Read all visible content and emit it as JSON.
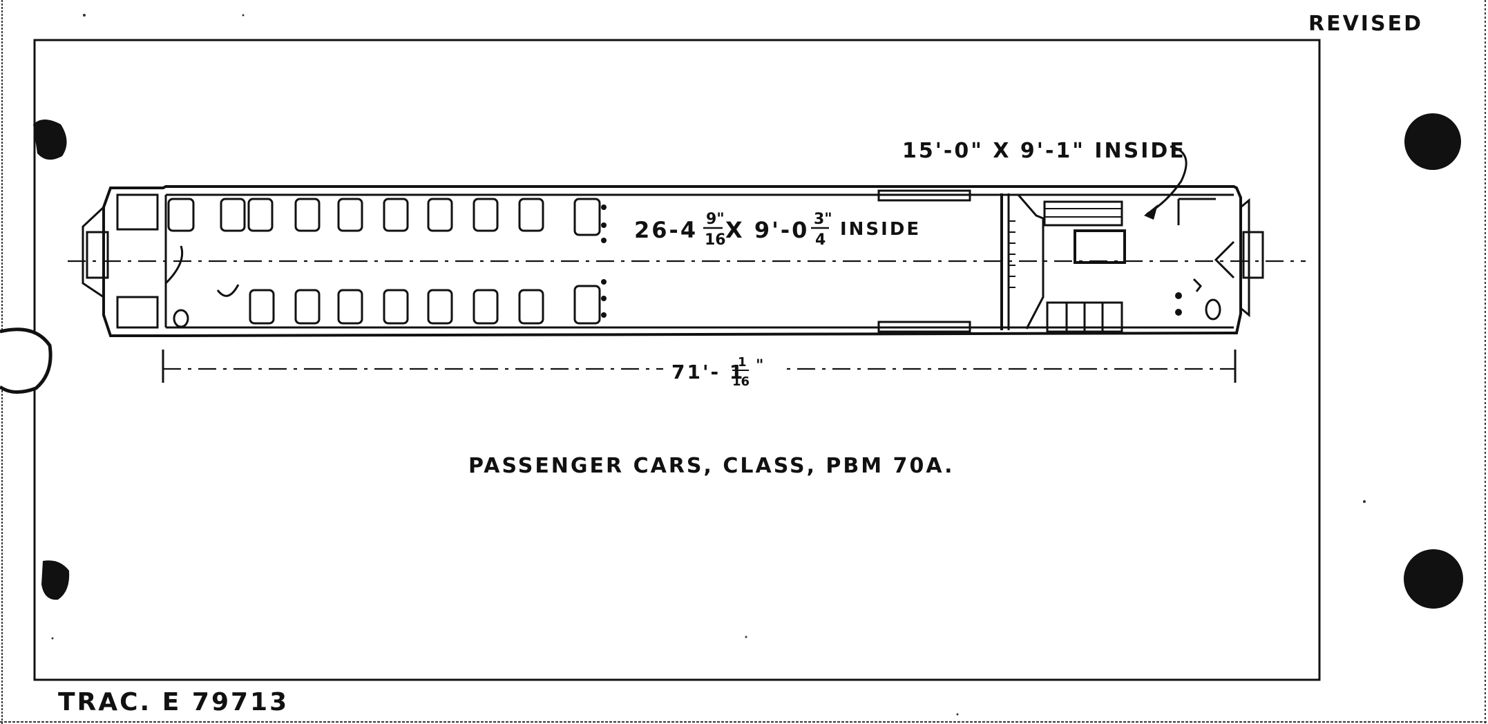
{
  "sheet": {
    "revised_mark": "REVISED",
    "tracing_no": "TRAC. E 79713",
    "caption": "PASSENGER CARS, CLASS, PBM 70A."
  },
  "dimensions": {
    "compartment_label": {
      "main": "15'-0\" X 9'-1\" INSIDE"
    },
    "saloon_label": {
      "prefix": "26-4",
      "frac1_num": "9\"",
      "frac1_den": "16",
      "mid": "X 9'-0",
      "frac2_num": "3\"",
      "frac2_den": "4",
      "suffix": "INSIDE"
    },
    "overall_length": {
      "whole": "71'- 1",
      "frac_num": "1",
      "frac_den": "16",
      "inch_mark": "\""
    }
  },
  "colors": {
    "ink": "#111111",
    "paper": "#ffffff"
  },
  "icons": [
    "punch-hole-icon",
    "arrow-icon"
  ]
}
